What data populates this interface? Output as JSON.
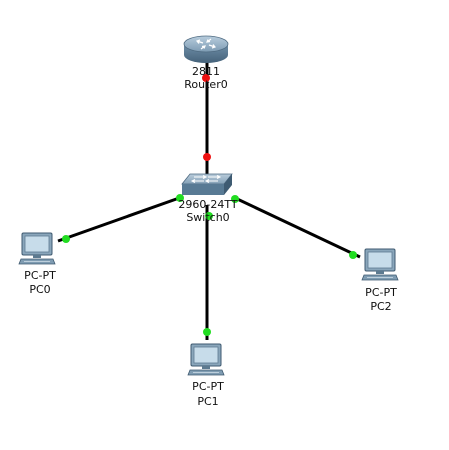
{
  "topology": {
    "devices": [
      {
        "id": "router0",
        "model": "2811",
        "name": "Router0",
        "type": "router"
      },
      {
        "id": "switch0",
        "model": "2960-24TT",
        "name": "Switch0",
        "type": "switch"
      },
      {
        "id": "pc0",
        "model": "PC-PT",
        "name": "PC0",
        "type": "pc"
      },
      {
        "id": "pc1",
        "model": "PC-PT",
        "name": "PC1",
        "type": "pc"
      },
      {
        "id": "pc2",
        "model": "PC-PT",
        "name": "PC2",
        "type": "pc"
      }
    ],
    "links": [
      {
        "from": "router0",
        "to": "switch0",
        "status": "down"
      },
      {
        "from": "switch0",
        "to": "pc0",
        "status": "up"
      },
      {
        "from": "switch0",
        "to": "pc1",
        "status": "up"
      },
      {
        "from": "switch0",
        "to": "pc2",
        "status": "up"
      }
    ],
    "colors": {
      "link": "#000000",
      "status_up": "#22dd22",
      "status_down": "#ee1111",
      "device_body": "#6f8fa8"
    }
  }
}
